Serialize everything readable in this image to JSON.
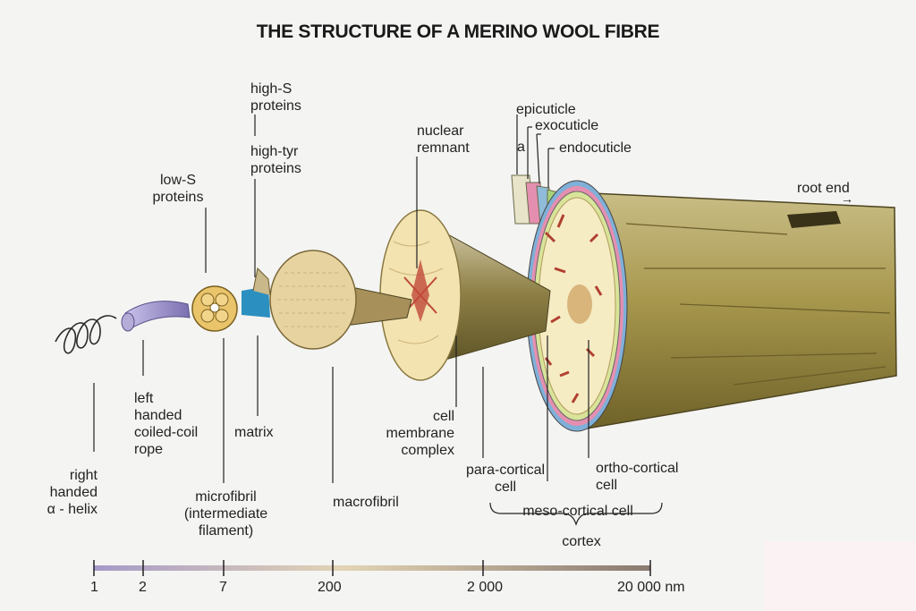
{
  "title": "THE STRUCTURE OF A MERINO WOOL FIBRE",
  "labels": {
    "high_s": "high-S",
    "high_s_2": "proteins",
    "high_tyr": "high-tyr",
    "high_tyr_2": "proteins",
    "low_s": "low-S",
    "low_s_2": "proteins",
    "nuclear": "nuclear",
    "nuclear_2": "remnant",
    "epicuticle": "epicuticle",
    "exocuticle": "exocuticle",
    "a": "a",
    "endocuticle": "endocuticle",
    "root_end": "root end",
    "root_arrow": "→",
    "right_handed": "right",
    "right_handed_2": "handed",
    "right_handed_3": "α - helix",
    "left_handed": "left",
    "left_handed_2": "handed",
    "left_handed_3": "coiled-coil",
    "left_handed_4": "rope",
    "matrix": "matrix",
    "microfibril": "microfibril",
    "microfibril_2": "(intermediate",
    "microfibril_3": "filament)",
    "macrofibril": "macrofibril",
    "cmc": "cell",
    "cmc_2": "membrane",
    "cmc_3": "complex",
    "para": "para-cortical",
    "para_2": "cell",
    "ortho": "ortho-cortical",
    "ortho_2": "cell",
    "meso": "meso-cortical cell",
    "cortex": "cortex"
  },
  "scale": {
    "ticks": [
      "1",
      "2",
      "7",
      "200",
      "2 000",
      "20 000 nm"
    ]
  },
  "colors": {
    "helix": "#2a2a2a",
    "rope": "#9a90c8",
    "microfibril": "#e9c46a",
    "matrix": "#2b8fbf",
    "macrofibril": "#e6d3a0",
    "cell": "#f6ecc4",
    "nucleus": "#c0483a",
    "fibre": "#a89650",
    "cuticle_pink": "#e58fb0",
    "cuticle_green": "#a8d27a",
    "cuticle_blue": "#6fa8d8"
  }
}
